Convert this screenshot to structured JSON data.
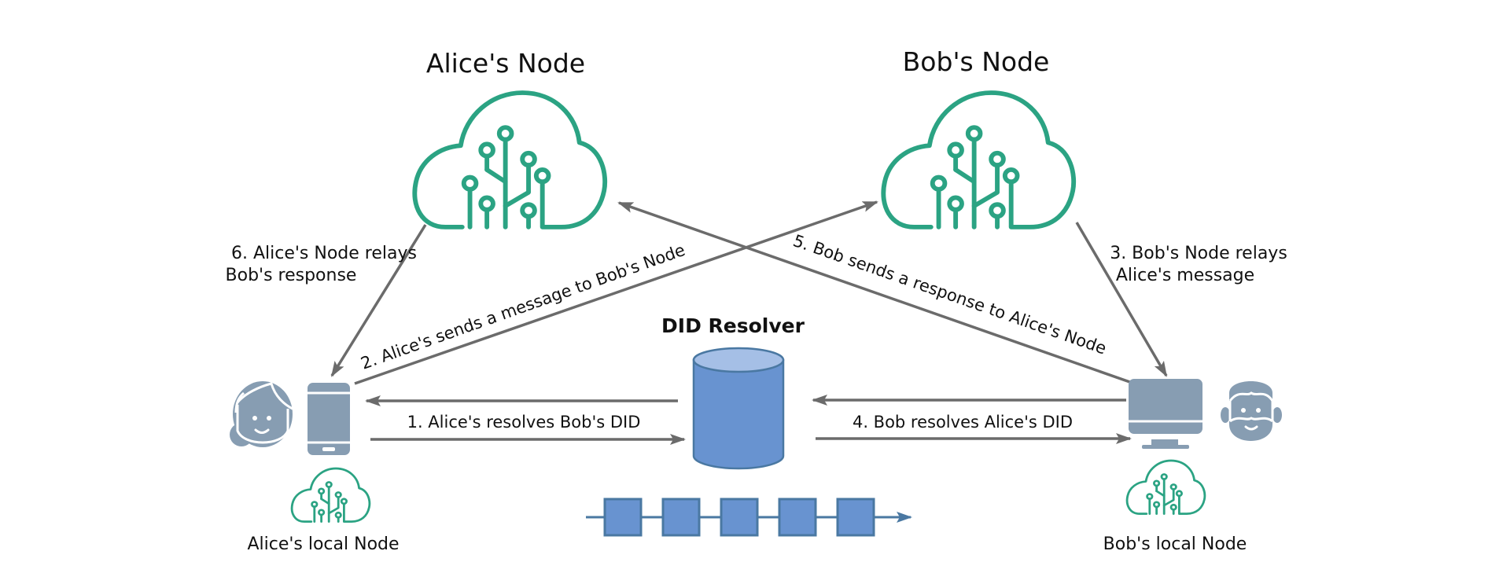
{
  "colors": {
    "node_green": "#2ba383",
    "device_gray": "#879db2",
    "arrow_gray": "#6b6b6b",
    "resolver_blue": "#6893d0",
    "resolver_top": "#a5bfe6",
    "resolver_stroke": "#4a78a2"
  },
  "nodes": {
    "alice_node": {
      "title": "Alice's Node",
      "icon": "cloud-network-icon"
    },
    "bob_node": {
      "title": "Bob's Node",
      "icon": "cloud-network-icon"
    },
    "alice_local": {
      "label": "Alice's local Node",
      "icon": "cloud-network-icon"
    },
    "bob_local": {
      "label": "Bob's local Node",
      "icon": "cloud-network-icon"
    }
  },
  "actors": {
    "alice": {
      "avatar": "woman-avatar-icon",
      "device": "smartphone-icon"
    },
    "bob": {
      "avatar": "bearded-man-avatar-icon",
      "device": "desktop-monitor-icon"
    }
  },
  "resolver": {
    "title": "DID Resolver",
    "icon": "database-cylinder-icon",
    "chain_icon": "blockchain-icon",
    "chain_blocks": 5
  },
  "steps": {
    "s1": "1. Alice's resolves Bob's DID",
    "s2": "2. Alice's sends a message to Bob's Node",
    "s3_line1": "3. Bob's Node relays",
    "s3_line2": "Alice's message",
    "s4": "4. Bob resolves Alice's DID",
    "s5": "5. Bob sends a response to Alice's Node",
    "s6_line1": "6. Alice's Node relays",
    "s6_line2": "Bob's response"
  }
}
